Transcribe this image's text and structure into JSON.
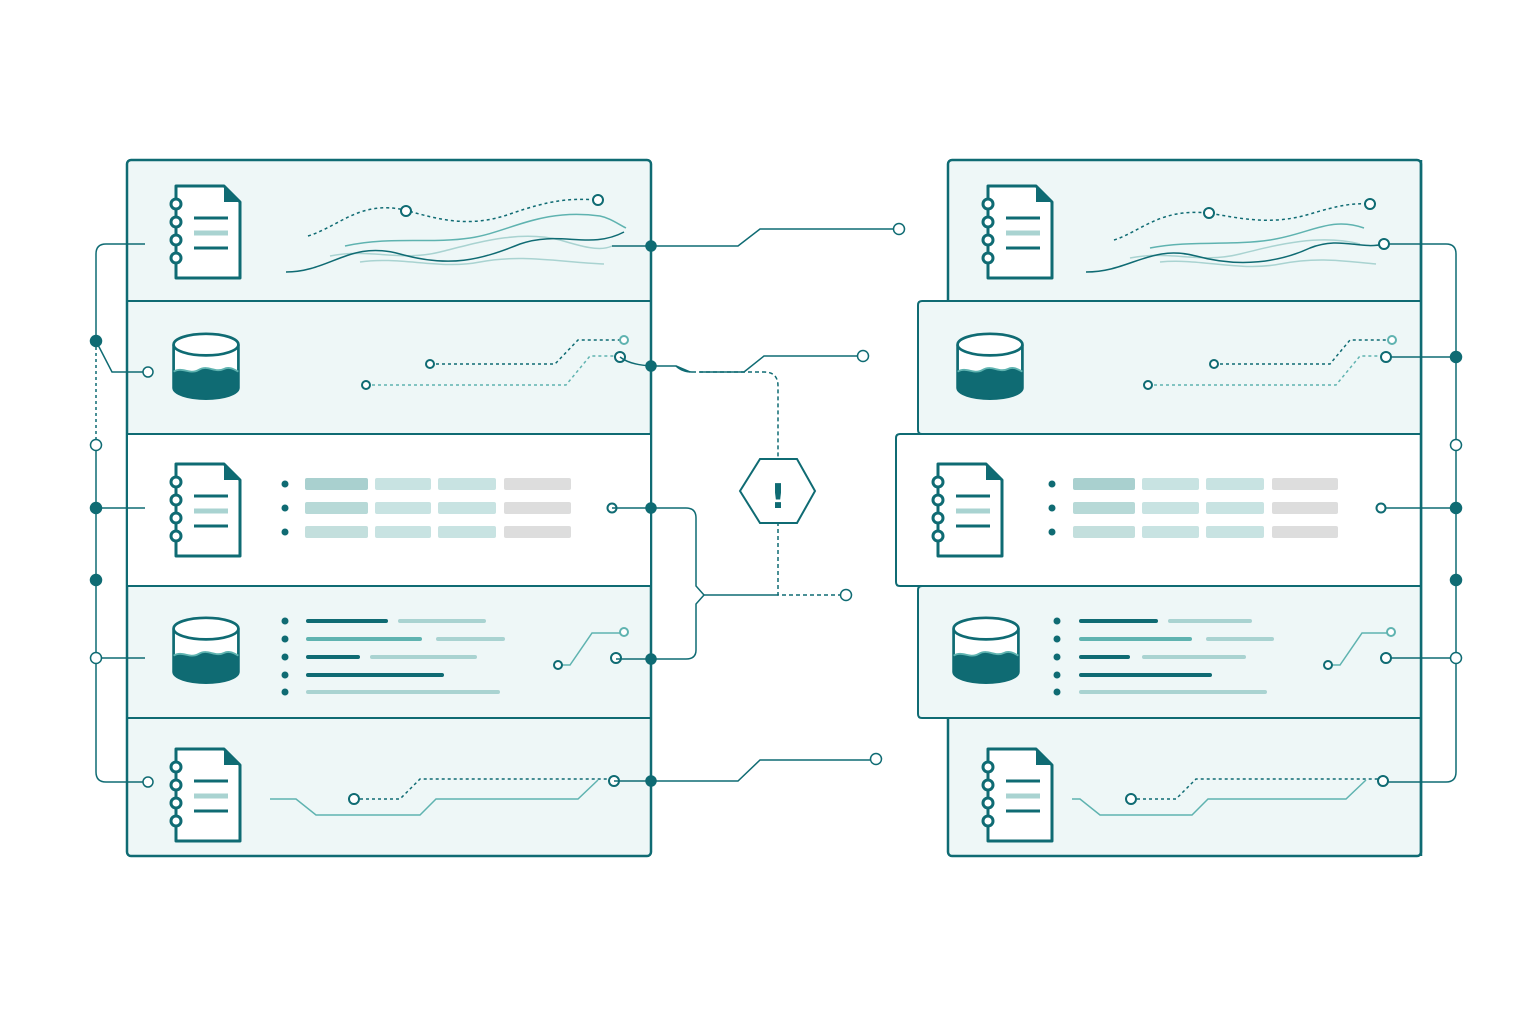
{
  "colors": {
    "teal_dark": "#0f6b73",
    "teal_mid": "#5fb3b0",
    "teal_light": "#a9d3d1",
    "panel_fill": "#eef7f7",
    "row_alt_fill": "#ffffff",
    "gray_bar": "#d9d9d9"
  },
  "icons": {
    "document": "document-icon",
    "database": "database-icon",
    "warning": "warning-hexagon-icon"
  },
  "diagram": {
    "left_panel": {
      "rows": [
        {
          "icon": "document",
          "content": "wave-lines"
        },
        {
          "icon": "database",
          "content": "trace-lines"
        },
        {
          "icon": "document",
          "content": "table"
        },
        {
          "icon": "database",
          "content": "list"
        },
        {
          "icon": "document",
          "content": "trace-lines"
        }
      ]
    },
    "right_panel": {
      "rows": [
        {
          "icon": "document",
          "content": "wave-lines"
        },
        {
          "icon": "database",
          "content": "trace-lines",
          "offset": true
        },
        {
          "icon": "document",
          "content": "table",
          "offset": true
        },
        {
          "icon": "database",
          "content": "list",
          "offset": true
        },
        {
          "icon": "document",
          "content": "trace-lines"
        }
      ]
    },
    "center": {
      "badge": "!"
    }
  }
}
